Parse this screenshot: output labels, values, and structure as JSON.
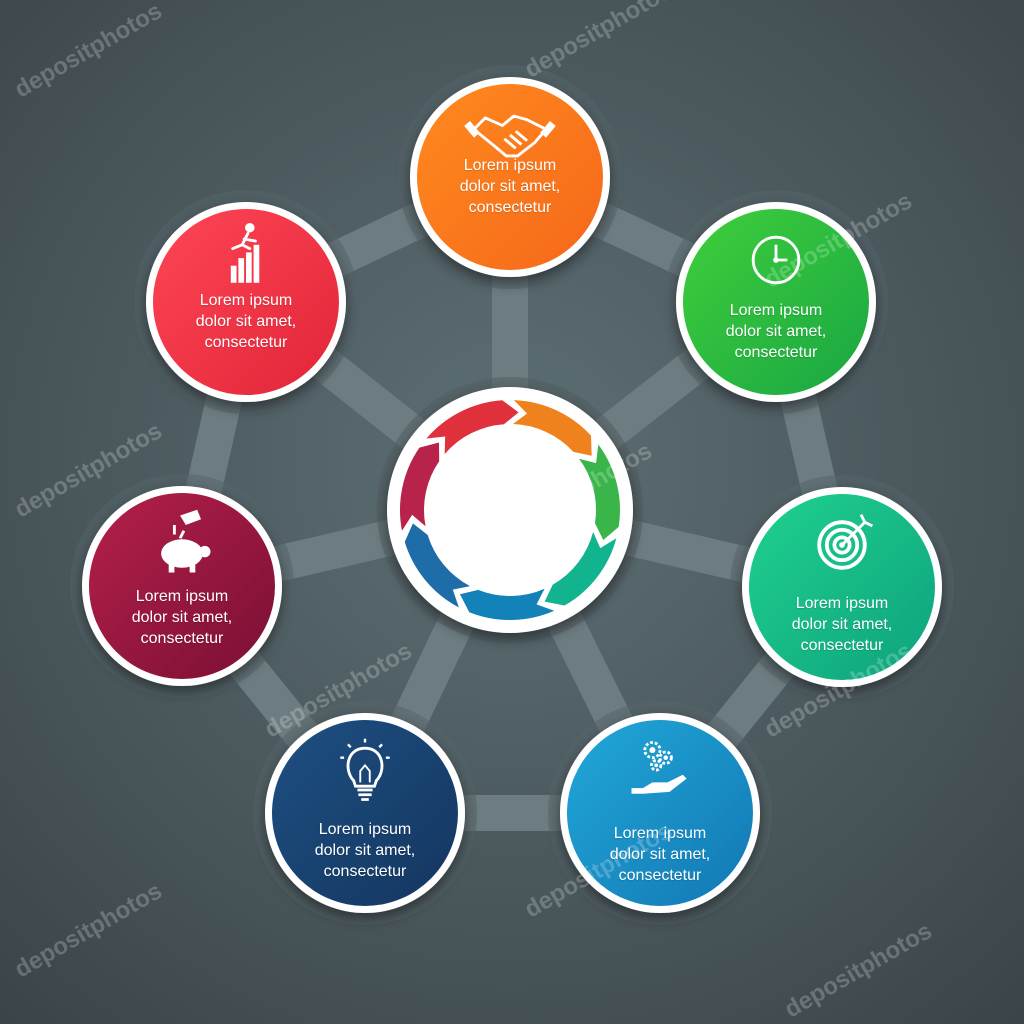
{
  "background": {
    "center_color": "#5d6f74",
    "edge_color": "#3a4448"
  },
  "connector_color": "#6f7e83",
  "watermark": "depositphotos",
  "center": {
    "arrow_colors": [
      "#f0821e",
      "#39b54a",
      "#12b48f",
      "#1282b8",
      "#1e6da8",
      "#b8234b",
      "#e0303c"
    ]
  },
  "nodes": [
    {
      "id": "top",
      "color_a": "#ff8a1e",
      "color_b": "#f5671a",
      "icon": "handshake-icon",
      "line1": "Lorem ipsum",
      "line2": "dolor sit amet,",
      "line3": "consectetur"
    },
    {
      "id": "upper-right",
      "color_a": "#3fcf3a",
      "color_b": "#19a644",
      "icon": "clock-icon",
      "line1": "Lorem ipsum",
      "line2": "dolor sit amet,",
      "line3": "consectetur"
    },
    {
      "id": "right",
      "color_a": "#1fd18e",
      "color_b": "#0ea27e",
      "icon": "target-icon",
      "line1": "Lorem ipsum",
      "line2": "dolor sit amet,",
      "line3": "consectetur"
    },
    {
      "id": "lower-right",
      "color_a": "#21a8d8",
      "color_b": "#1277b4",
      "icon": "gears-hand-icon",
      "line1": "Lorem ipsum",
      "line2": "dolor sit amet,",
      "line3": "consectetur"
    },
    {
      "id": "lower-left",
      "color_a": "#1d4f82",
      "color_b": "#14365f",
      "icon": "lightbulb-icon",
      "line1": "Lorem ipsum",
      "line2": "dolor sit amet,",
      "line3": "consectetur"
    },
    {
      "id": "left",
      "color_a": "#b4204a",
      "color_b": "#7a0f34",
      "icon": "piggy-bank-icon",
      "line1": "Lorem ipsum",
      "line2": "dolor sit amet,",
      "line3": "consectetur"
    },
    {
      "id": "upper-left",
      "color_a": "#ff4655",
      "color_b": "#e02538",
      "icon": "person-climbing-bars-icon",
      "line1": "Lorem ipsum",
      "line2": "dolor sit amet,",
      "line3": "consectetur"
    }
  ]
}
